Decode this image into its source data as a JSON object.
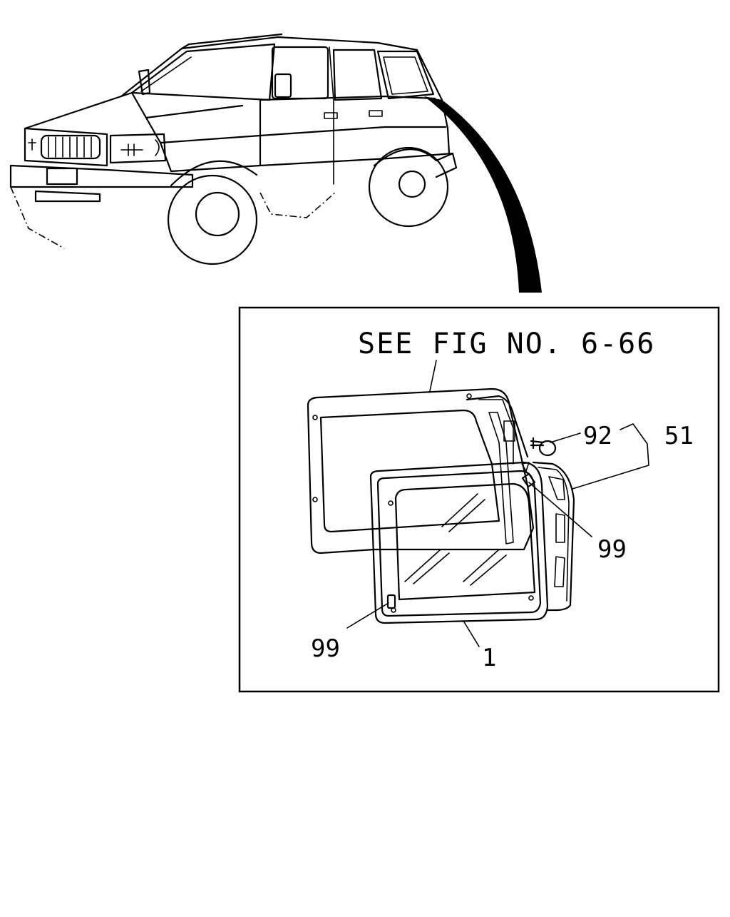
{
  "figure": {
    "reference_label": "SEE FIG NO. 6-66",
    "callouts": [
      {
        "id": "glass",
        "label": "1"
      },
      {
        "id": "clip",
        "label": "92"
      },
      {
        "id": "assembly",
        "label": "51"
      },
      {
        "id": "fastener_upper",
        "label": "99"
      },
      {
        "id": "fastener_lower",
        "label": "99"
      }
    ]
  },
  "colors": {
    "line": "#000000",
    "background": "#ffffff"
  }
}
